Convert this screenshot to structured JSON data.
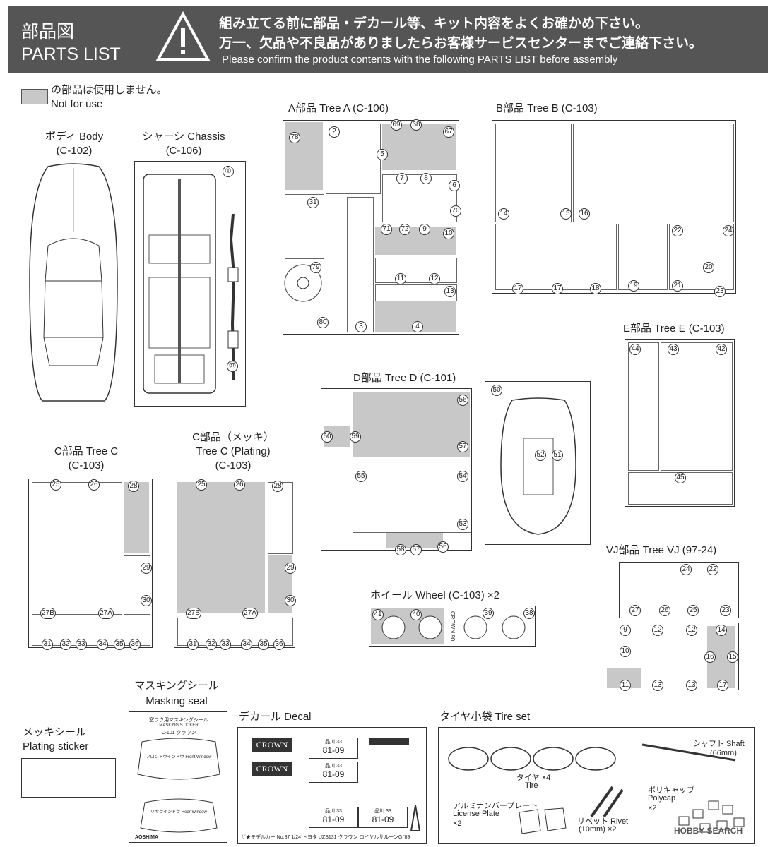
{
  "header": {
    "title_jp": "部品図",
    "title_en": "PARTS LIST",
    "warning_jp_1": "組み立てる前に部品・デカール等、キット内容をよくお確かめ下さい。",
    "warning_jp_2": "万一、欠品や不良品がありましたらお客様サービスセンターまでご連絡下さい。",
    "warning_en": "Please confirm the product contents with the following PARTS LIST before assembly"
  },
  "legend": {
    "jp": "の部品は使用しません。",
    "en": "Not for use"
  },
  "body": {
    "jp": "ボディ Body",
    "code": "(C-102)"
  },
  "chassis": {
    "jp": "シャーシ Chassis",
    "code": "(C-106)",
    "parts": [
      "①",
      "㊲"
    ]
  },
  "tree_a": {
    "label": "A部品 Tree A (C-106)",
    "parts": [
      "78",
      "2",
      "69",
      "68",
      "67",
      "5",
      "7",
      "8",
      "6",
      "31",
      "70",
      "71",
      "72",
      "9",
      "10",
      "79",
      "11",
      "12",
      "13",
      "80",
      "3",
      "4"
    ]
  },
  "tree_b": {
    "label": "B部品 Tree B (C-103)",
    "parts": [
      "14",
      "15",
      "16",
      "22",
      "24",
      "20",
      "17",
      "17",
      "18",
      "19",
      "21",
      "23"
    ]
  },
  "tree_e": {
    "label": "E部品 Tree E (C-103)",
    "parts": [
      "44",
      "43",
      "42",
      "45"
    ]
  },
  "tree_d": {
    "label": "D部品 Tree D (C-101)",
    "parts": [
      "50",
      "56",
      "60",
      "59",
      "57",
      "55",
      "54",
      "53",
      "52",
      "51",
      "58",
      "57",
      "56"
    ]
  },
  "tree_c": {
    "label_1": "C部品 Tree C",
    "code": "(C-103)",
    "parts": [
      "25",
      "26",
      "28",
      "29",
      "30",
      "27B",
      "27A",
      "31",
      "32",
      "33",
      "34",
      "35",
      "36"
    ]
  },
  "tree_c_plating": {
    "label_1": "C部品（メッキ）",
    "label_2": "Tree C (Plating)",
    "code": "(C-103)",
    "parts": [
      "25",
      "26",
      "28",
      "29",
      "30",
      "27B",
      "27A",
      "31",
      "32",
      "33",
      "34",
      "35",
      "36"
    ]
  },
  "tree_vj": {
    "label": "VJ部品 Tree VJ (97-24)",
    "parts": [
      "24",
      "22",
      "27",
      "26",
      "25",
      "23",
      "9",
      "12",
      "12",
      "14",
      "10",
      "16",
      "15",
      "11",
      "13",
      "13",
      "17"
    ]
  },
  "wheel": {
    "label": "ホイール Wheel (C-103) ×2",
    "parts": [
      "41",
      "40",
      "39",
      "38"
    ],
    "side_text": "CROWN 90"
  },
  "masking": {
    "jp": "マスキングシール",
    "en": "Masking seal",
    "sheet_title": "窓ワク用マスキングシール",
    "sheet_sub": "MASKING STICKER",
    "sheet_code": "C-101 クラウン",
    "front": "フロントウインドウ Front Window",
    "rear": "リヤウインドウ Rear Window",
    "brand": "AOSHIMA"
  },
  "plating_sticker": {
    "jp": "メッキシール",
    "en": "Plating sticker"
  },
  "decal": {
    "label": "デカール Decal",
    "crown": "CROWN",
    "plate": "81-09",
    "plate_top": "品川 33",
    "footer": "ザ★モデルカー No.87  1/24 トヨタ UZS131 クラウン ロイヤルサルーンG '89"
  },
  "tire_set": {
    "label": "タイヤ小袋 Tire set",
    "shaft_jp": "シャフト Shaft",
    "shaft_size": "(66mm)",
    "tire_jp": "タイヤ ×4",
    "tire_en": "Tire",
    "polycap_jp": "ポリキャップ",
    "polycap_en": "Polycap",
    "polycap_qty": "×2",
    "plate_jp": "アルミナンバープレート",
    "plate_en": "License Plate",
    "plate_qty": "×2",
    "rivet_jp": "リベット Rivet",
    "rivet_size": "(10mm) ×2"
  },
  "watermark": "HOBBY SEARCH"
}
